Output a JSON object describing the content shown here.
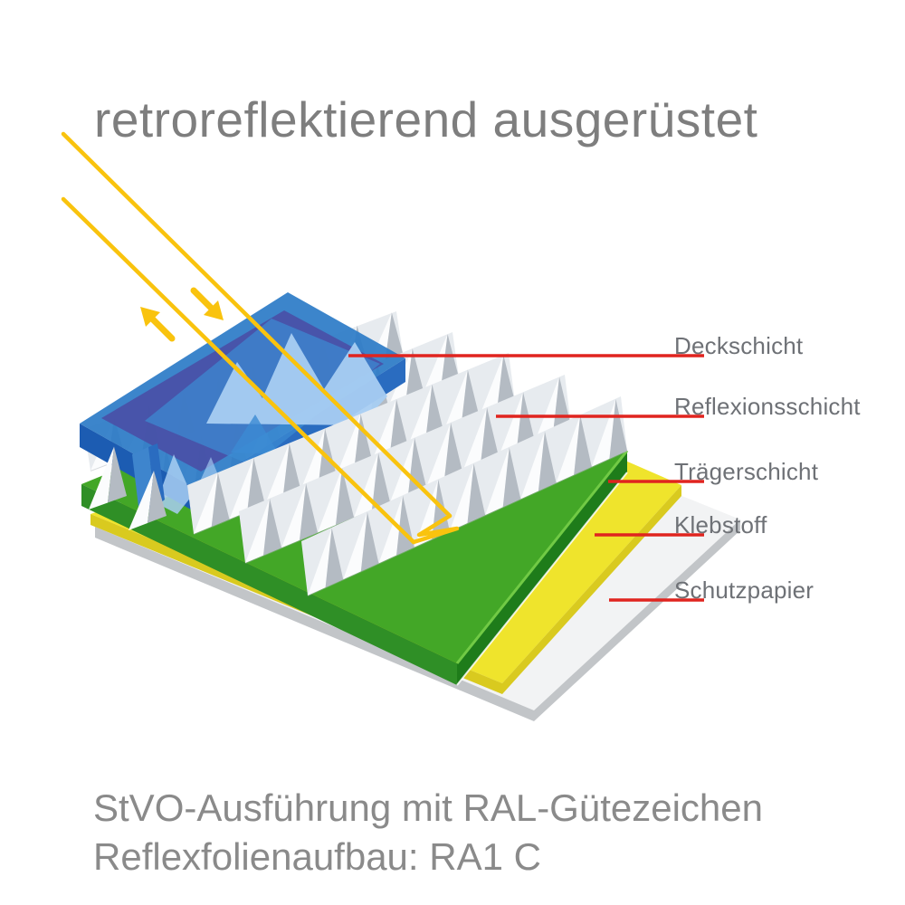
{
  "title": "retroreflektierend ausgerüstet",
  "layers": [
    {
      "name": "Deckschicht",
      "color": "#2d7cc7"
    },
    {
      "name": "Reflexionsschicht",
      "color": "#d5dade"
    },
    {
      "name": "Trägerschicht",
      "color": "#43a727"
    },
    {
      "name": "Klebstoff",
      "color": "#efe42c"
    },
    {
      "name": "Schutzpapier",
      "color": "#f2f3f4"
    }
  ],
  "caption": {
    "line1": "StVO-Ausführung mit RAL-Gütezeichen",
    "line2": "Reflexfolienaufbau: RA1 C"
  },
  "colors": {
    "blue_top": "#2d7cc7",
    "blue_inner": "#4a4da5",
    "blue_mid": "#3c8bd3",
    "blue_light": "#a8cef2",
    "blue_edge": "#1c5cb2",
    "blue_edge2": "#2a6cc0",
    "blue_leg": "#3e85cd",
    "prism_light": "#fbfcfd",
    "prism_shade": "#b4bbc3",
    "prism_fin": "#e7ebef",
    "green_top": "#43a727",
    "green_side": "#2f8f26",
    "green_dark": "#1e7c1a",
    "green_hi": "#71ca45",
    "yellow_top": "#efe42c",
    "yellow_side": "#d9ca1f",
    "paper_top": "#f2f3f4",
    "paper_side": "#c2c5c8",
    "ray": "#f9c30e",
    "pointer": "#e0241f",
    "title_text": "#7e7e7e",
    "label_text": "#6e7176",
    "caption_text": "#8a8a8a"
  }
}
